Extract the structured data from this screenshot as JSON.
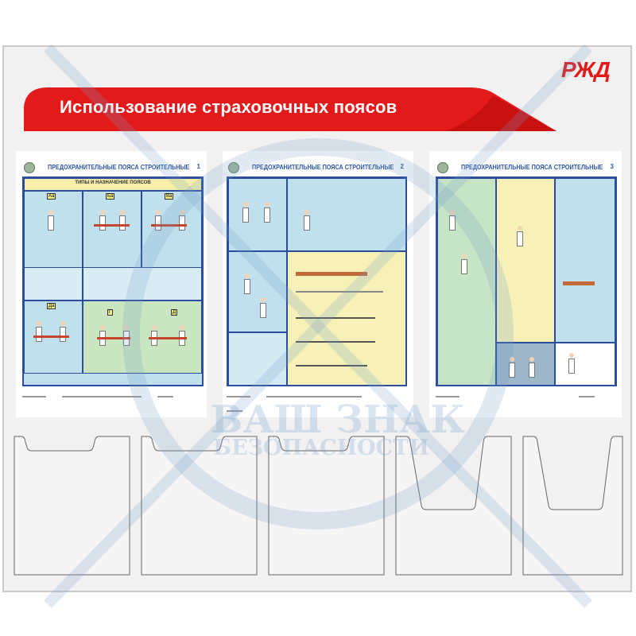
{
  "stand": {
    "title": "Использование страховочных поясов",
    "logo": "РЖД",
    "colors": {
      "banner": "#e21a1a",
      "poster_frame": "#2a4e9d",
      "poster_bg": "#bfe0ec"
    }
  },
  "posters": [
    {
      "title": "ПРЕДОХРАНИТЕЛЬНЫЕ ПОЯСА СТРОИТЕЛЬНЫЕ",
      "number": "1",
      "section": "ТИПЫ И НАЗНАЧЕНИЕ ПОЯСОВ",
      "labels": [
        "Аа",
        "Ба",
        "Ва",
        "Да",
        "Г",
        "Д"
      ]
    },
    {
      "title": "ПРЕДОХРАНИТЕЛЬНЫЕ ПОЯСА СТРОИТЕЛЬНЫЕ",
      "number": "2"
    },
    {
      "title": "ПРЕДОХРАНИТЕЛЬНЫЕ ПОЯСА СТРОИТЕЛЬНЫЕ",
      "number": "3"
    }
  ],
  "pockets_count": 5,
  "watermark": {
    "line1": "ВАШ ЗНАК",
    "line2": "БЕЗОПАСНОСТИ"
  }
}
